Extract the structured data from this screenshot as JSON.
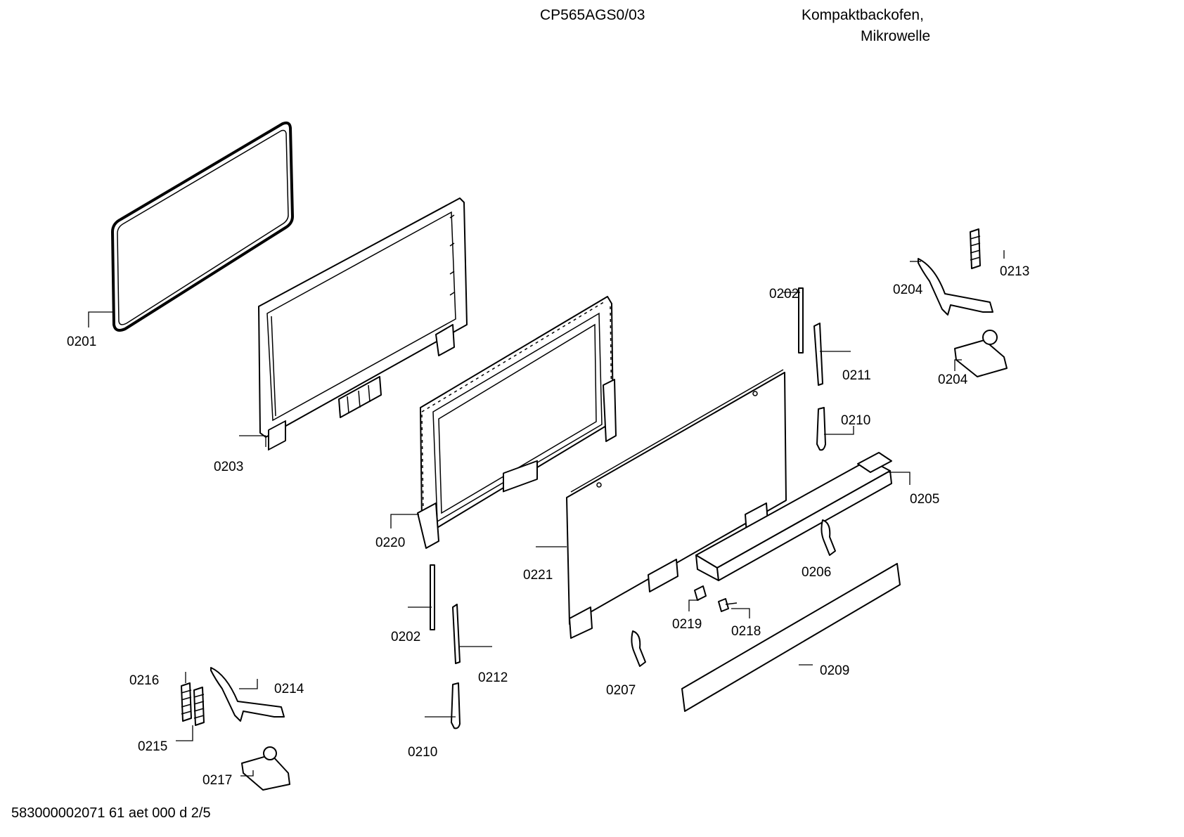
{
  "header": {
    "model": "CP565AGS0/03",
    "title_line1": "Kompaktbackofen,",
    "title_line2": "Mikrowelle"
  },
  "footer": {
    "doc_code": "583000002071 61 aet 000 d 2/5"
  },
  "callouts": [
    {
      "id": "c0201",
      "text": "0201"
    },
    {
      "id": "c0203",
      "text": "0203"
    },
    {
      "id": "c0220",
      "text": "0220"
    },
    {
      "id": "c0221",
      "text": "0221"
    },
    {
      "id": "c0202a",
      "text": "0202"
    },
    {
      "id": "c0202b",
      "text": "0202"
    },
    {
      "id": "c0211",
      "text": "0211"
    },
    {
      "id": "c0210a",
      "text": "0210"
    },
    {
      "id": "c0210b",
      "text": "0210"
    },
    {
      "id": "c0205",
      "text": "0205"
    },
    {
      "id": "c0206",
      "text": "0206"
    },
    {
      "id": "c0207",
      "text": "0207"
    },
    {
      "id": "c0209",
      "text": "0209"
    },
    {
      "id": "c0212",
      "text": "0212"
    },
    {
      "id": "c0213",
      "text": "0213"
    },
    {
      "id": "c0204a",
      "text": "0204"
    },
    {
      "id": "c0204b",
      "text": "0204"
    },
    {
      "id": "c0216",
      "text": "0216"
    },
    {
      "id": "c0215",
      "text": "0215"
    },
    {
      "id": "c0214",
      "text": "0214"
    },
    {
      "id": "c0217",
      "text": "0217"
    },
    {
      "id": "c0219",
      "text": "0219"
    },
    {
      "id": "c0218",
      "text": "0218"
    }
  ]
}
